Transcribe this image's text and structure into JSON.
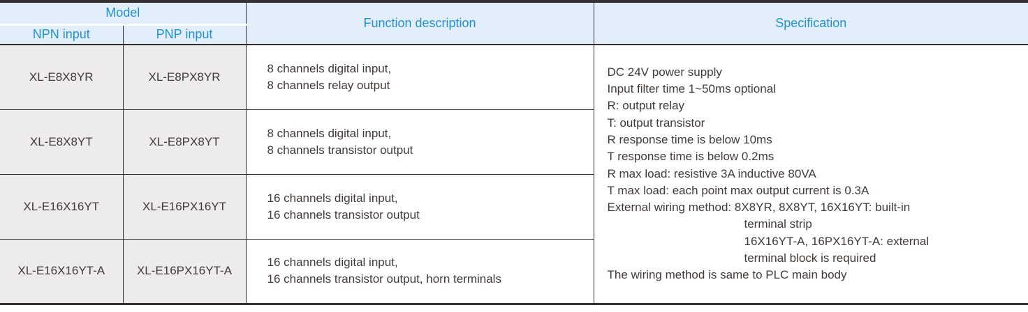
{
  "table": {
    "headers": {
      "model": "Model",
      "npn": "NPN input",
      "pnp": "PNP input",
      "function": "Function description",
      "specification": "Specification"
    },
    "rows": [
      {
        "npn": "XL-E8X8YR",
        "pnp": "XL-E8PX8YR",
        "function": "8 channels digital input,\n8 channels relay output"
      },
      {
        "npn": "XL-E8X8YT",
        "pnp": "XL-E8PX8YT",
        "function": "8 channels digital input,\n8 channels transistor output"
      },
      {
        "npn": "XL-E16X16YT",
        "pnp": "XL-E16PX16YT",
        "function": "16 channels digital input,\n16 channels transistor output"
      },
      {
        "npn": "XL-E16X16YT-A",
        "pnp": "XL-E16PX16YT-A",
        "function": "16 channels digital input,\n16 channels transistor output, horn terminals"
      }
    ],
    "spec": {
      "lines": [
        {
          "text": "DC 24V power supply",
          "indent": false
        },
        {
          "text": "Input filter time 1~50ms optional",
          "indent": false
        },
        {
          "text": "R: output relay",
          "indent": false
        },
        {
          "text": "T: output transistor",
          "indent": false
        },
        {
          "text": "R response time is below 10ms",
          "indent": false
        },
        {
          "text": "T response time is below 0.2ms",
          "indent": false
        },
        {
          "text": "R max load: resistive 3A inductive 80VA",
          "indent": false
        },
        {
          "text": "T max load: each point max output current is 0.3A",
          "indent": false
        },
        {
          "text": "External wiring method: 8X8YR, 8X8YT, 16X16YT: built-in",
          "indent": false
        },
        {
          "text": "terminal strip",
          "indent": true
        },
        {
          "text": "16X16YT-A, 16PX16YT-A: external",
          "indent": true
        },
        {
          "text": "terminal block is required",
          "indent": true
        },
        {
          "text": "The wiring method is same to PLC main body",
          "indent": false
        }
      ]
    }
  },
  "colors": {
    "header-bg": "#e2eef9",
    "header-text": "#2192d5",
    "model-bg": "#edecea",
    "body-text": "#403a38",
    "border-dark": "#332f33",
    "page-bg": "#ffffff"
  }
}
